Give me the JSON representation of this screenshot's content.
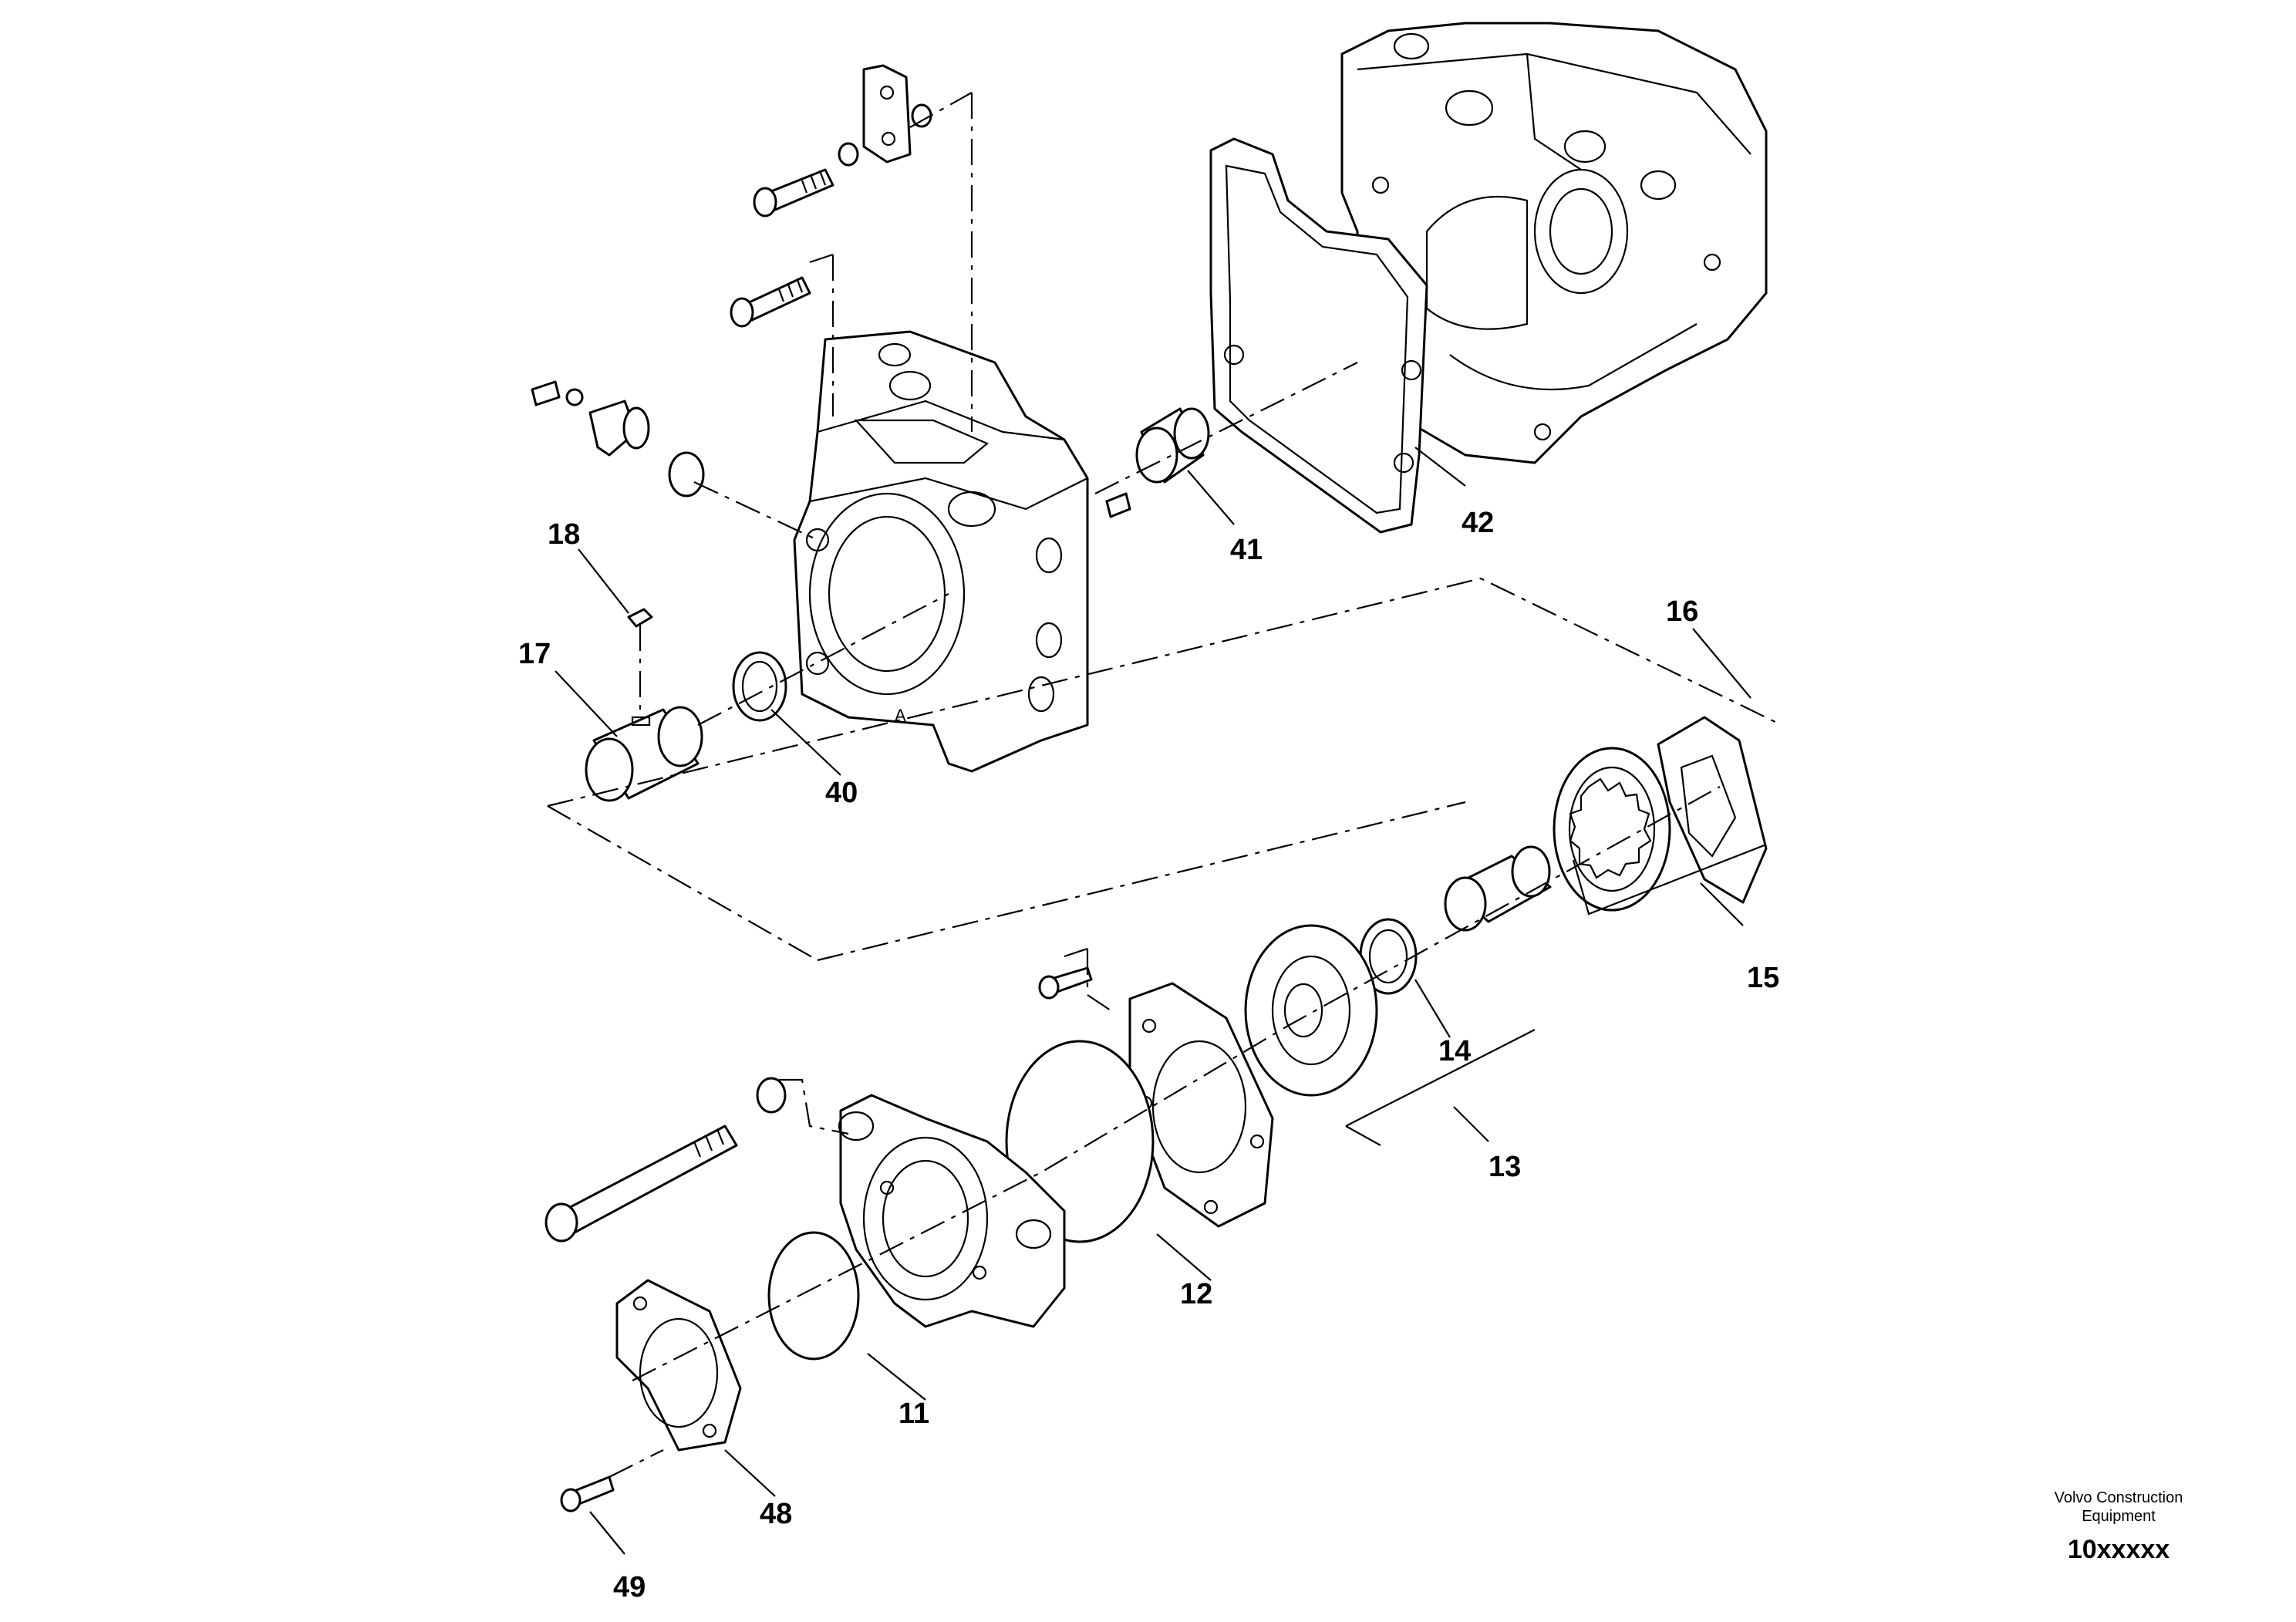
{
  "diagram": {
    "callouts": {
      "c11": "11",
      "c12": "12",
      "c13": "13",
      "c14": "14",
      "c15": "15",
      "c16": "16",
      "c17": "17",
      "c18": "18",
      "c40": "40",
      "c41": "41",
      "c42": "42",
      "c48": "48",
      "c49": "49"
    }
  },
  "footer": {
    "brand": "Volvo Construction Equipment",
    "code": "10xxxxx"
  }
}
